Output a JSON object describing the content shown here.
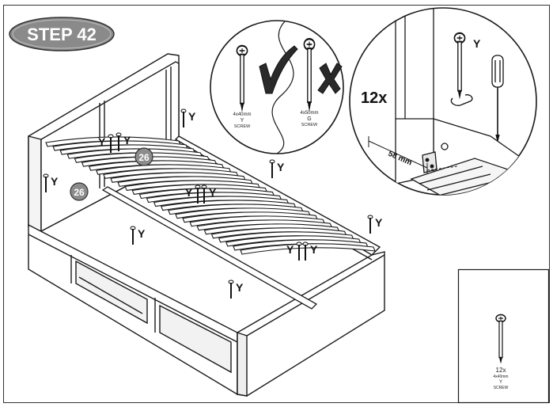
{
  "step": {
    "label": "STEP 42"
  },
  "screw_letter": "Y",
  "badges": [
    "26",
    "26"
  ],
  "detail_left": {
    "correct": {
      "size": "4x40mm",
      "letter": "Y",
      "type": "SCREW"
    },
    "wrong": {
      "size": "4x50mm",
      "letter": "G",
      "type": "SCREW"
    }
  },
  "detail_right": {
    "count": "12x",
    "letter": "Y",
    "distance": "58 mm"
  },
  "parts_box": {
    "qty": "12x",
    "size": "4x40mm",
    "letter": "Y",
    "type": "SCREW"
  },
  "colors": {
    "line": "#1a1a1a",
    "badge_fill": "#8c8c8c",
    "step_fill": "#8a8a8a"
  },
  "icons": [
    "check-mark-icon",
    "cross-mark-icon",
    "screwdriver-icon",
    "screw-icon",
    "bracket-icon"
  ]
}
